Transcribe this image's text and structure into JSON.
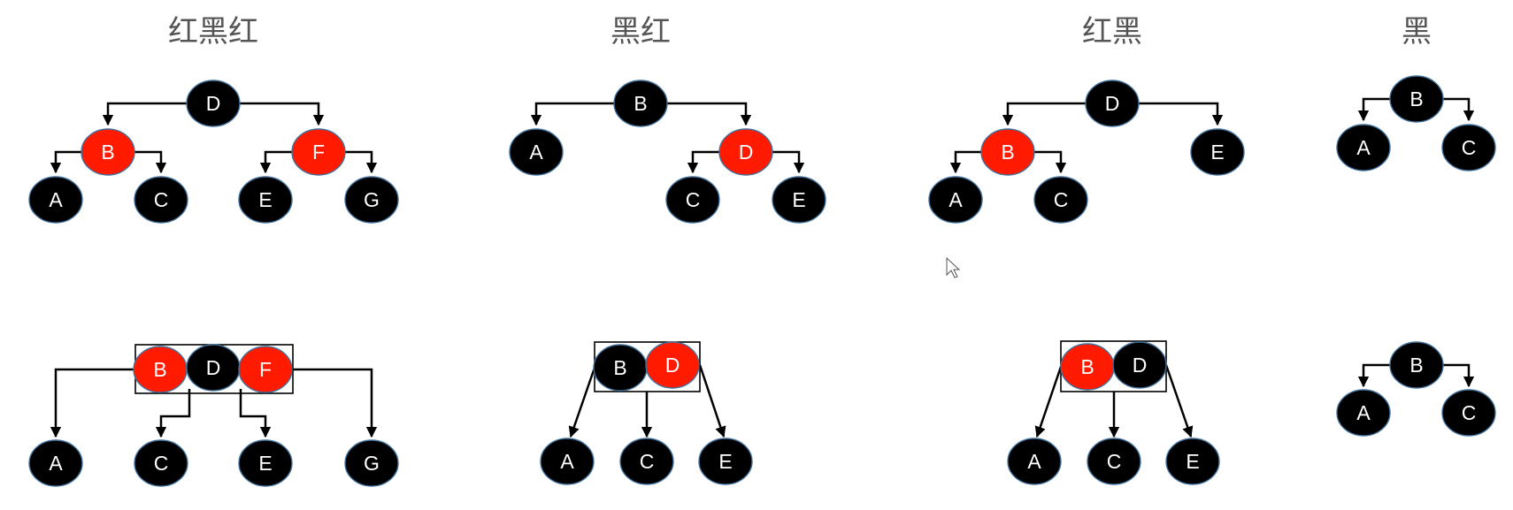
{
  "colors": {
    "red": "#ff1a00",
    "black": "#000000",
    "node_border": "#41719c",
    "title": "#555555"
  },
  "groups": [
    {
      "title": "红黑红",
      "top": {
        "nodes": [
          {
            "id": "D",
            "label": "D",
            "color": "black"
          },
          {
            "id": "B",
            "label": "B",
            "color": "red"
          },
          {
            "id": "F",
            "label": "F",
            "color": "red"
          },
          {
            "id": "A",
            "label": "A",
            "color": "black"
          },
          {
            "id": "C",
            "label": "C",
            "color": "black"
          },
          {
            "id": "E",
            "label": "E",
            "color": "black"
          },
          {
            "id": "G",
            "label": "G",
            "color": "black"
          }
        ],
        "edges": [
          [
            "D",
            "B"
          ],
          [
            "D",
            "F"
          ],
          [
            "B",
            "A"
          ],
          [
            "B",
            "C"
          ],
          [
            "F",
            "E"
          ],
          [
            "F",
            "G"
          ]
        ]
      },
      "bottom": {
        "group": [
          "B",
          "D",
          "F"
        ],
        "nodes": [
          {
            "id": "B",
            "label": "B",
            "color": "red"
          },
          {
            "id": "D",
            "label": "D",
            "color": "black"
          },
          {
            "id": "F",
            "label": "F",
            "color": "red"
          },
          {
            "id": "A",
            "label": "A",
            "color": "black"
          },
          {
            "id": "C",
            "label": "C",
            "color": "black"
          },
          {
            "id": "E",
            "label": "E",
            "color": "black"
          },
          {
            "id": "G",
            "label": "G",
            "color": "black"
          }
        ],
        "edges": [
          [
            "group",
            "A"
          ],
          [
            "group",
            "C"
          ],
          [
            "group",
            "E"
          ],
          [
            "group",
            "G"
          ]
        ]
      }
    },
    {
      "title": "黑红",
      "top": {
        "nodes": [
          {
            "id": "B",
            "label": "B",
            "color": "black"
          },
          {
            "id": "A",
            "label": "A",
            "color": "black"
          },
          {
            "id": "D",
            "label": "D",
            "color": "red"
          },
          {
            "id": "C",
            "label": "C",
            "color": "black"
          },
          {
            "id": "E",
            "label": "E",
            "color": "black"
          }
        ],
        "edges": [
          [
            "B",
            "A"
          ],
          [
            "B",
            "D"
          ],
          [
            "D",
            "C"
          ],
          [
            "D",
            "E"
          ]
        ]
      },
      "bottom": {
        "group": [
          "B",
          "D"
        ],
        "nodes": [
          {
            "id": "B",
            "label": "B",
            "color": "black"
          },
          {
            "id": "D",
            "label": "D",
            "color": "red"
          },
          {
            "id": "A",
            "label": "A",
            "color": "black"
          },
          {
            "id": "C",
            "label": "C",
            "color": "black"
          },
          {
            "id": "E",
            "label": "E",
            "color": "black"
          }
        ],
        "edges": [
          [
            "group",
            "A"
          ],
          [
            "group",
            "C"
          ],
          [
            "group",
            "E"
          ]
        ]
      }
    },
    {
      "title": "红黑",
      "top": {
        "nodes": [
          {
            "id": "D",
            "label": "D",
            "color": "black"
          },
          {
            "id": "B",
            "label": "B",
            "color": "red"
          },
          {
            "id": "E",
            "label": "E",
            "color": "black"
          },
          {
            "id": "A",
            "label": "A",
            "color": "black"
          },
          {
            "id": "C",
            "label": "C",
            "color": "black"
          }
        ],
        "edges": [
          [
            "D",
            "B"
          ],
          [
            "D",
            "E"
          ],
          [
            "B",
            "A"
          ],
          [
            "B",
            "C"
          ]
        ]
      },
      "bottom": {
        "group": [
          "B",
          "D"
        ],
        "nodes": [
          {
            "id": "B",
            "label": "B",
            "color": "red"
          },
          {
            "id": "D",
            "label": "D",
            "color": "black"
          },
          {
            "id": "A",
            "label": "A",
            "color": "black"
          },
          {
            "id": "C",
            "label": "C",
            "color": "black"
          },
          {
            "id": "E",
            "label": "E",
            "color": "black"
          }
        ],
        "edges": [
          [
            "group",
            "A"
          ],
          [
            "group",
            "C"
          ],
          [
            "group",
            "E"
          ]
        ]
      }
    },
    {
      "title": "黑",
      "top": {
        "nodes": [
          {
            "id": "B",
            "label": "B",
            "color": "black"
          },
          {
            "id": "A",
            "label": "A",
            "color": "black"
          },
          {
            "id": "C",
            "label": "C",
            "color": "black"
          }
        ],
        "edges": [
          [
            "B",
            "A"
          ],
          [
            "B",
            "C"
          ]
        ]
      },
      "bottom": {
        "nodes": [
          {
            "id": "B",
            "label": "B",
            "color": "black"
          },
          {
            "id": "A",
            "label": "A",
            "color": "black"
          },
          {
            "id": "C",
            "label": "C",
            "color": "black"
          }
        ],
        "edges": [
          [
            "B",
            "A"
          ],
          [
            "B",
            "C"
          ]
        ]
      }
    }
  ]
}
